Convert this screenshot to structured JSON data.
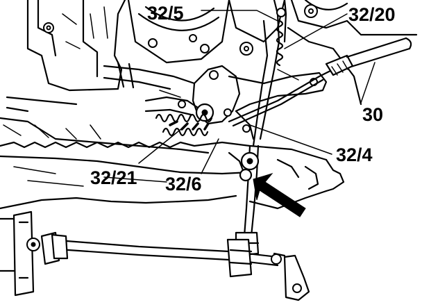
{
  "figure": {
    "labels": {
      "part_32_5": "32/5",
      "part_32_20": "32/20",
      "part_30": "30",
      "part_32_4": "32/4",
      "part_32_21": "32/21",
      "part_32_6": "32/6"
    }
  }
}
